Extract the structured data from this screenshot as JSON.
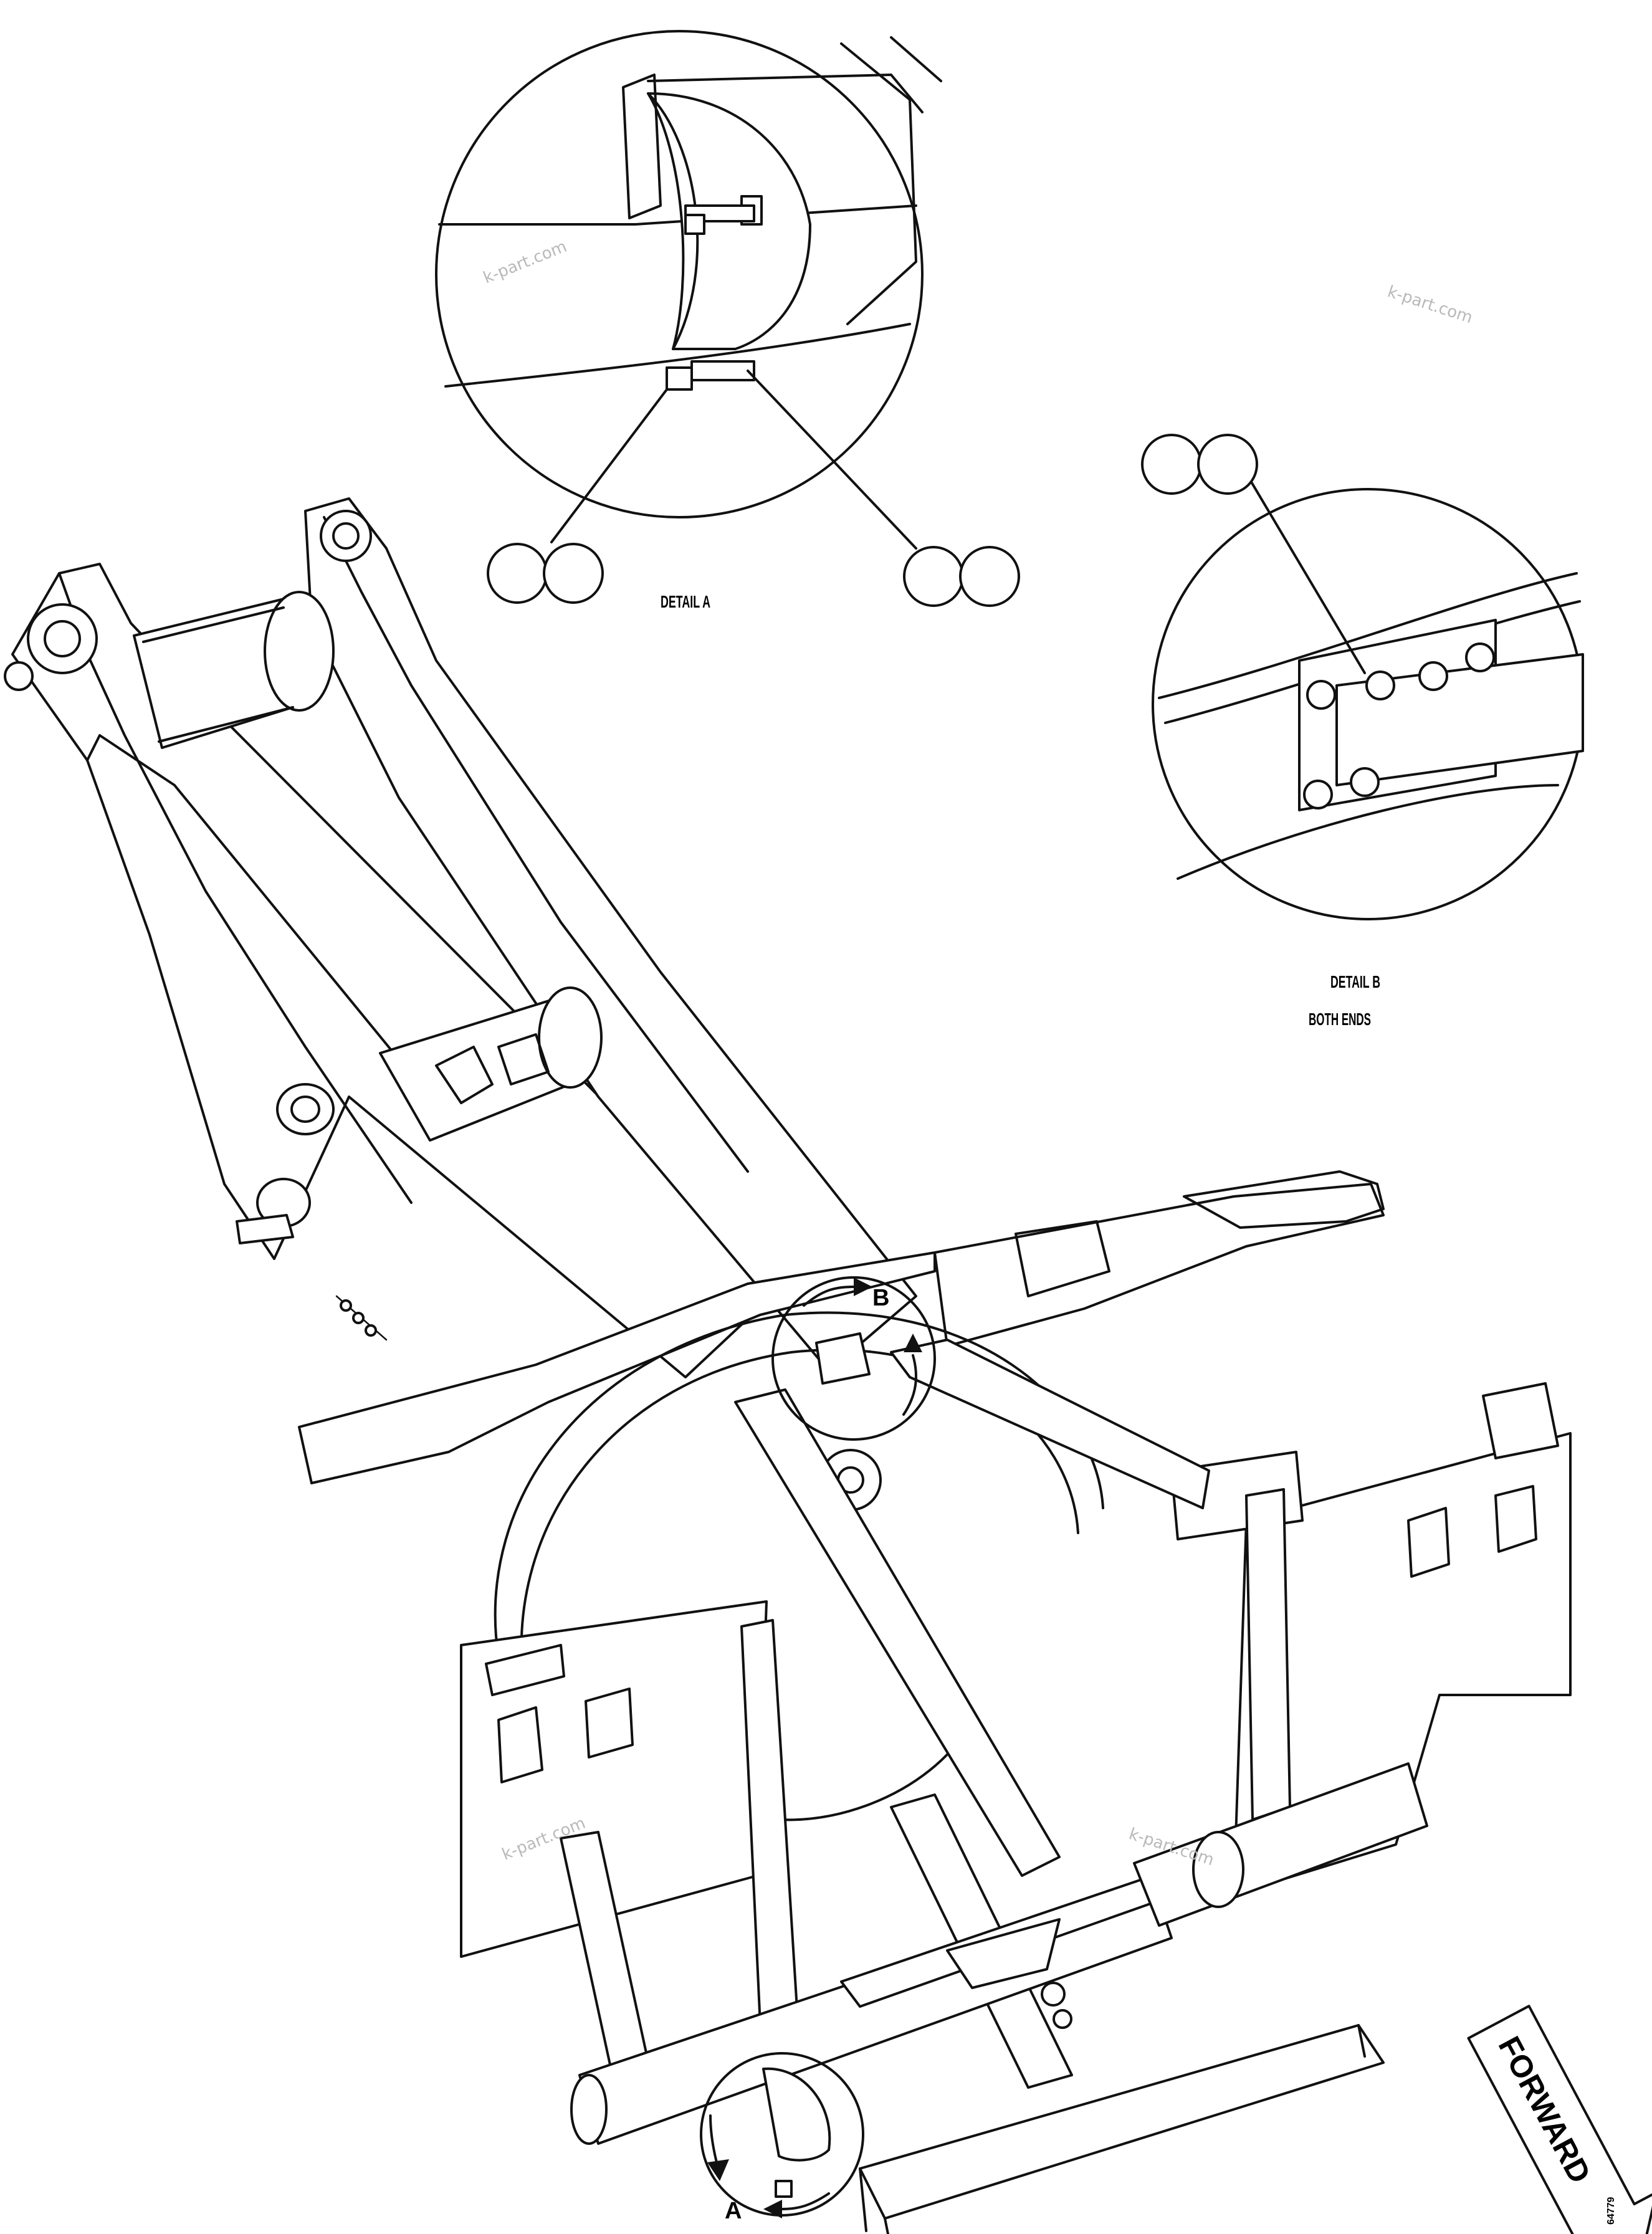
{
  "detail_a": {
    "caption": "DETAIL A"
  },
  "detail_b": {
    "caption": "DETAIL B",
    "subcaption": "BOTH ENDS"
  },
  "markers": {
    "a": "A",
    "b": "B"
  },
  "forward_arrow": {
    "label": "FORWARD"
  },
  "watermark": "k-part.com",
  "figure_number": "64779"
}
